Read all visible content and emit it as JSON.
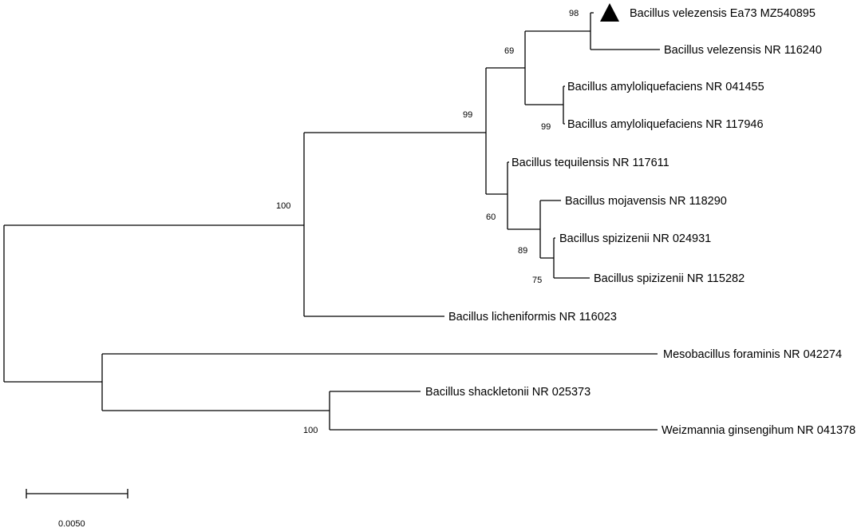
{
  "taxa": {
    "t1": "Bacillus velezensis Ea73 MZ540895",
    "t2": "Bacillus velezensis NR 116240",
    "t3": "Bacillus amyloliquefaciens NR 041455",
    "t4": "Bacillus amyloliquefaciens NR 117946",
    "t5": "Bacillus tequilensis NR 117611",
    "t6": "Bacillus mojavensis NR 118290",
    "t7": "Bacillus spizizenii NR 024931",
    "t8": "Bacillus spizizenii NR 115282",
    "t9": "Bacillus licheniformis NR 116023",
    "t10": "Mesobacillus foraminis NR 042274",
    "t11": "Bacillus shackletonii NR 025373",
    "t12": "Weizmannia ginsengihum NR 041378"
  },
  "support": {
    "velezensis_pair": "98",
    "velezensis_amylo": "69",
    "amylo_pair": "99",
    "subtilis_group": "99",
    "tequilensis_group": "60",
    "mojavensis_group": "89",
    "spizizenii_pair": "75",
    "ingroup": "100",
    "shackletonii_pair": "100"
  },
  "scale_bar": {
    "label": "0.0050"
  },
  "query_marker": {
    "icon": "triangle-icon",
    "taxon": "Bacillus velezensis Ea73 MZ540895"
  },
  "colors": {
    "lines": "#000000",
    "background": "#ffffff"
  }
}
